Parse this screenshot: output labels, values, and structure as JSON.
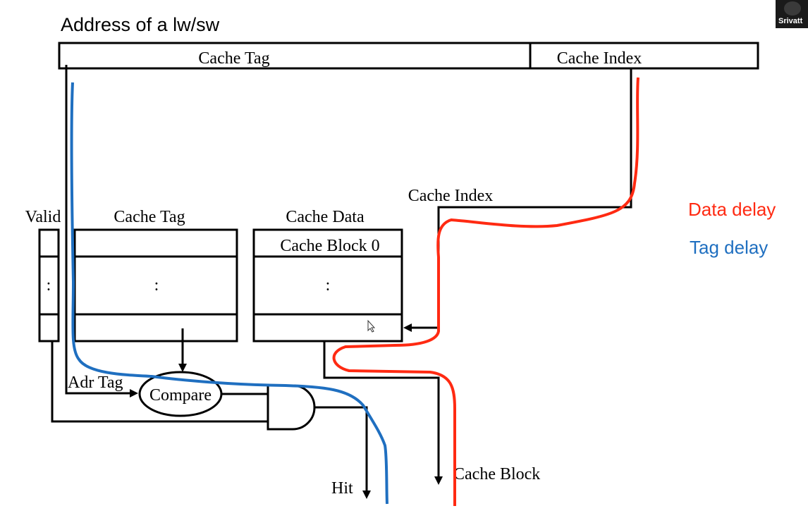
{
  "diagram": {
    "title": "Address of a lw/sw",
    "address": {
      "tag_field": "Cache Tag",
      "index_field": "Cache Index"
    },
    "columns": {
      "valid": "Valid",
      "tag": "Cache Tag",
      "data": "Cache Data",
      "data_row0": "Cache Block 0",
      "ellipsis": ":"
    },
    "index_label": "Cache Index",
    "adr_tag": "Adr Tag",
    "compare": "Compare",
    "hit": "Hit",
    "cache_block": "Cache Block",
    "legend": {
      "data_delay": "Data delay",
      "tag_delay": "Tag delay"
    },
    "user": "Srivatt",
    "colors": {
      "data_delay": "#ff2a12",
      "tag_delay": "#1f6fc0"
    }
  }
}
